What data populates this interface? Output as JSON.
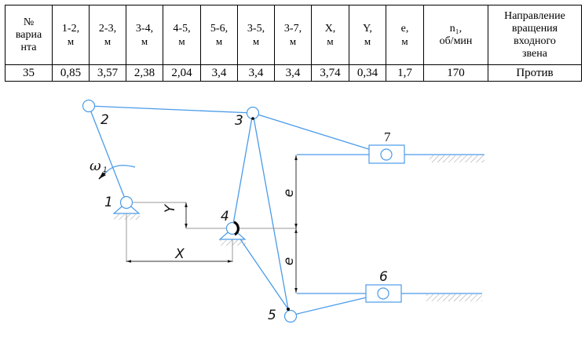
{
  "table": {
    "headers": [
      {
        "line1": "№",
        "line2": "вариа",
        "line3": "нта"
      },
      {
        "line1": "1-2,",
        "line2": "м"
      },
      {
        "line1": "2-3,",
        "line2": "м"
      },
      {
        "line1": "3-4,",
        "line2": "м"
      },
      {
        "line1": "4-5,",
        "line2": "м"
      },
      {
        "line1": "5-6,",
        "line2": "м"
      },
      {
        "line1": "3-5,",
        "line2": "м"
      },
      {
        "line1": "3-7,",
        "line2": "м"
      },
      {
        "line1": "X,",
        "line2": "м"
      },
      {
        "line1": "Y,",
        "line2": "м"
      },
      {
        "line1": "e,",
        "line2": "м"
      },
      {
        "line1": "n₁,",
        "line2": "об/мин"
      },
      {
        "line1": "Направление",
        "line2": "вращения",
        "line3": "входного",
        "line4": "звена"
      }
    ],
    "row": [
      "35",
      "0,85",
      "3,57",
      "2,38",
      "2,04",
      "3,4",
      "3,4",
      "3,4",
      "3,74",
      "0,34",
      "1,7",
      "170",
      "Против"
    ]
  },
  "diagram": {
    "colors": {
      "links": "#4a9be8",
      "dims": "#9a9a9a",
      "labels": "#111111"
    },
    "joint_labels": {
      "j1": "1",
      "j2": "2",
      "j3": "3",
      "j4": "4",
      "j5": "5",
      "j6": "6",
      "j7": "7"
    },
    "omega_label": "ω",
    "omega_sub": "1",
    "dim_labels": {
      "x": "X",
      "y": "Y",
      "e_upper": "e",
      "e_lower": "e"
    }
  }
}
